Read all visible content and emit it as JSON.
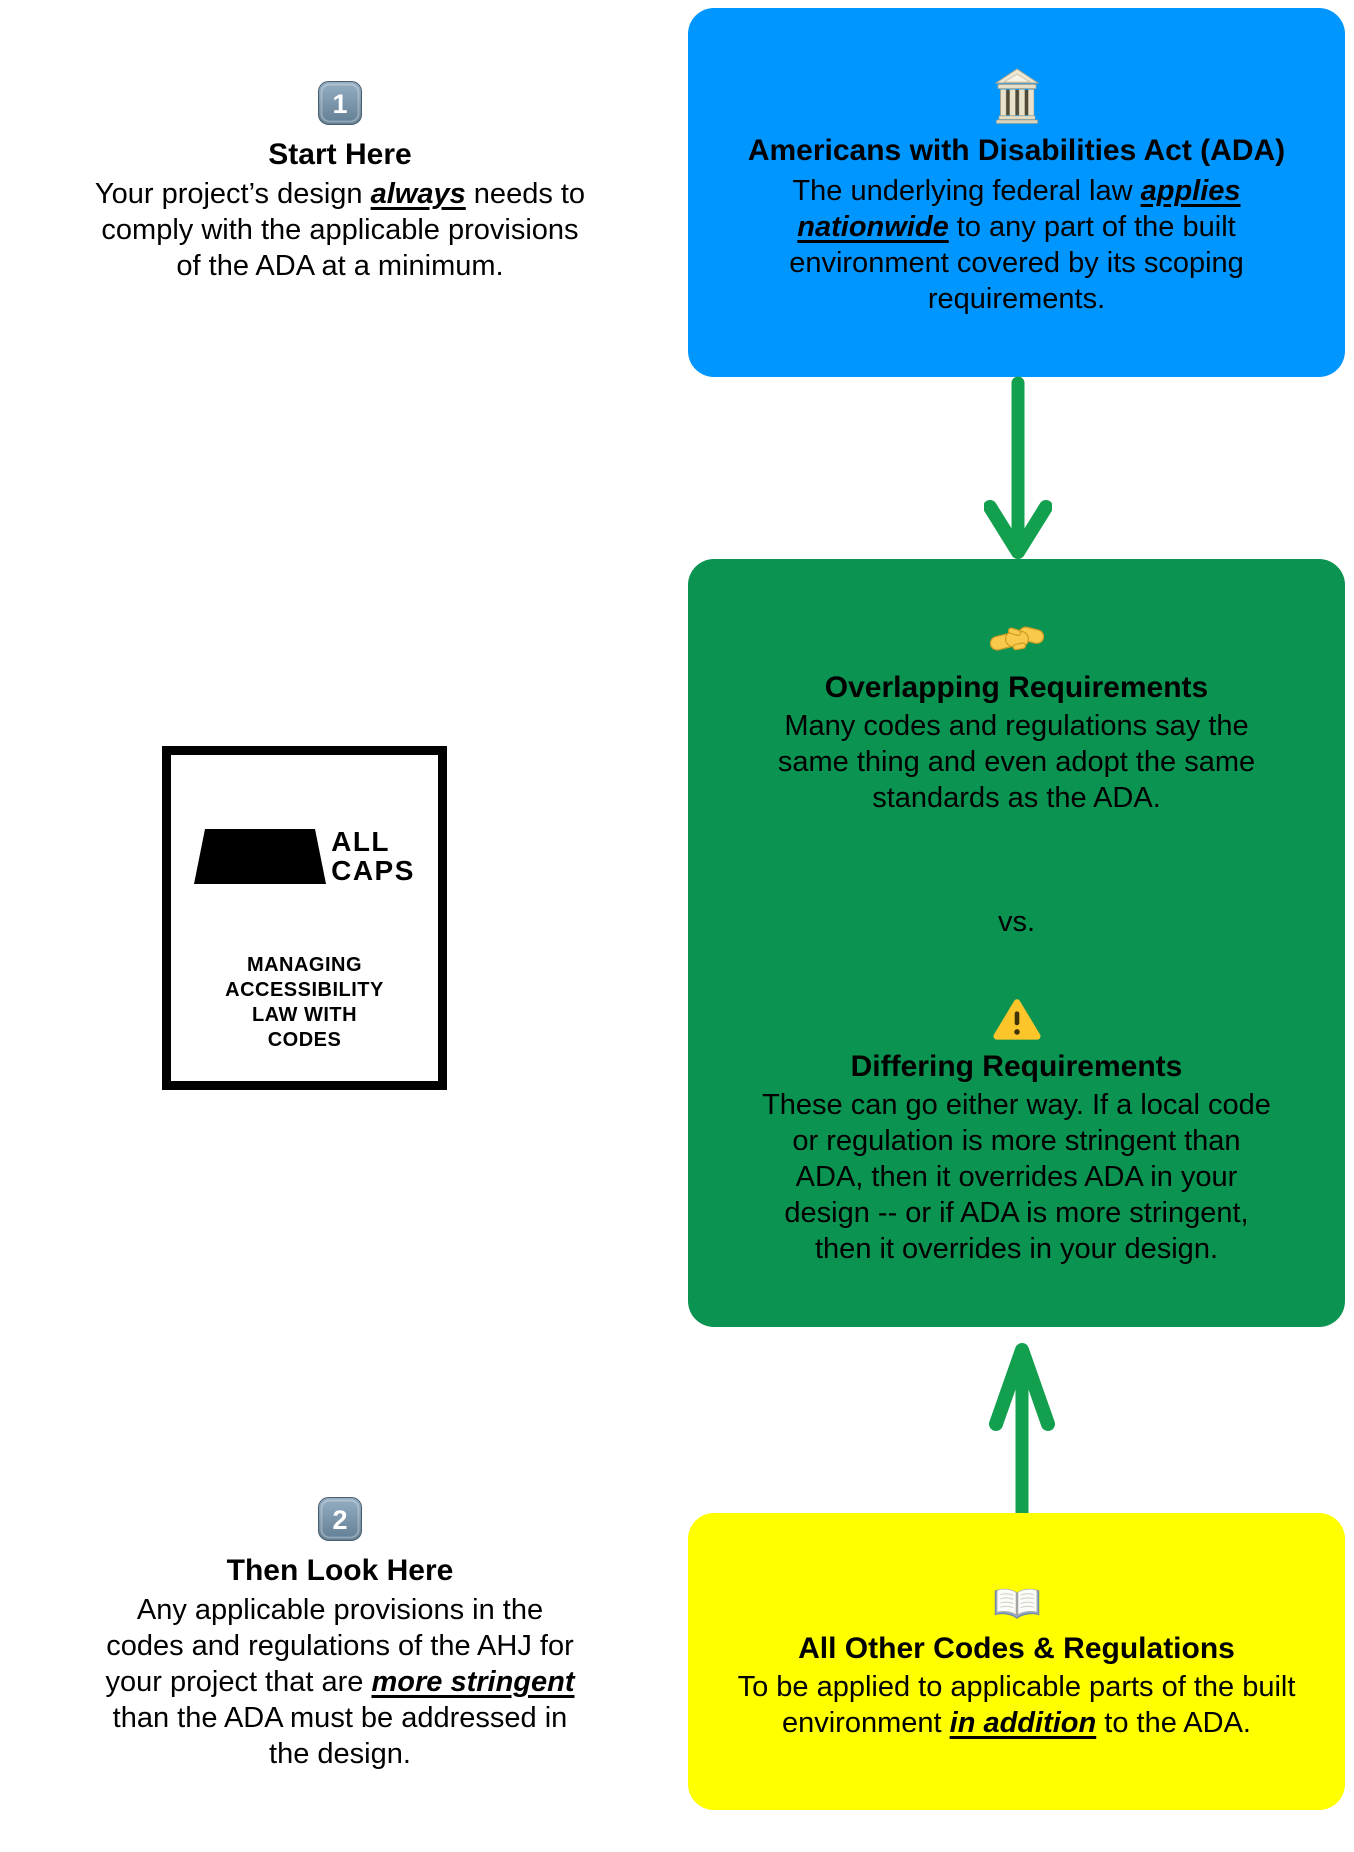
{
  "colors": {
    "ada_blue": "#0096FF",
    "requirements_green": "#0B9351",
    "arrow_green": "#12A04E",
    "codes_yellow": "#FFFF00",
    "text_black": "#000000"
  },
  "left_column": {
    "step1": {
      "badge": "1",
      "badge_icon": "keycap-digit-one",
      "title": "Start Here",
      "body": [
        {
          "t": "Your project’s design "
        },
        {
          "t": "always",
          "em": true
        },
        {
          "t": " needs to comply with the applicable provisions of the ADA at a minimum."
        }
      ]
    },
    "logo": {
      "mark": "keycap-trapezoid",
      "wordmark": [
        "ALL",
        "CAPS"
      ],
      "tagline": [
        "MANAGING",
        "ACCESSIBILITY",
        "LAW WITH",
        "CODES"
      ]
    },
    "step2": {
      "badge": "2",
      "badge_icon": "keycap-digit-two",
      "title": "Then Look Here",
      "body": [
        {
          "t": "Any applicable provisions in the codes and regulations of the AHJ for your project that are "
        },
        {
          "t": "more stringent",
          "em": true
        },
        {
          "t": " than the ADA must be addressed in the design."
        }
      ]
    }
  },
  "flowchart": {
    "ada_box": {
      "icon": "classical-building",
      "title": "Americans with Disabilities Act (ADA)",
      "body": [
        {
          "t": "The underlying federal law "
        },
        {
          "t": "applies nationwide",
          "em": true
        },
        {
          "t": " to any part of the built environment covered by its scoping requirements."
        }
      ]
    },
    "requirements_box": {
      "overlapping": {
        "icon": "handshake",
        "title": "Overlapping Requirements",
        "body": "Many codes and regulations say the same thing and even adopt the same standards as the ADA."
      },
      "versus_label": "vs.",
      "differing": {
        "icon": "warning-triangle",
        "title": "Differing Requirements",
        "body": "These can go either way. If a local code or regulation is more stringent than ADA, then it overrides ADA in your design -- or if ADA is more stringent, then it overrides in your design."
      }
    },
    "other_codes_box": {
      "icon": "open-book",
      "title": "All Other Codes & Regulations",
      "body": [
        {
          "t": "To be applied to applicable parts of the built environment "
        },
        {
          "t": "in addition",
          "em": true
        },
        {
          "t": " to the ADA."
        }
      ]
    }
  }
}
